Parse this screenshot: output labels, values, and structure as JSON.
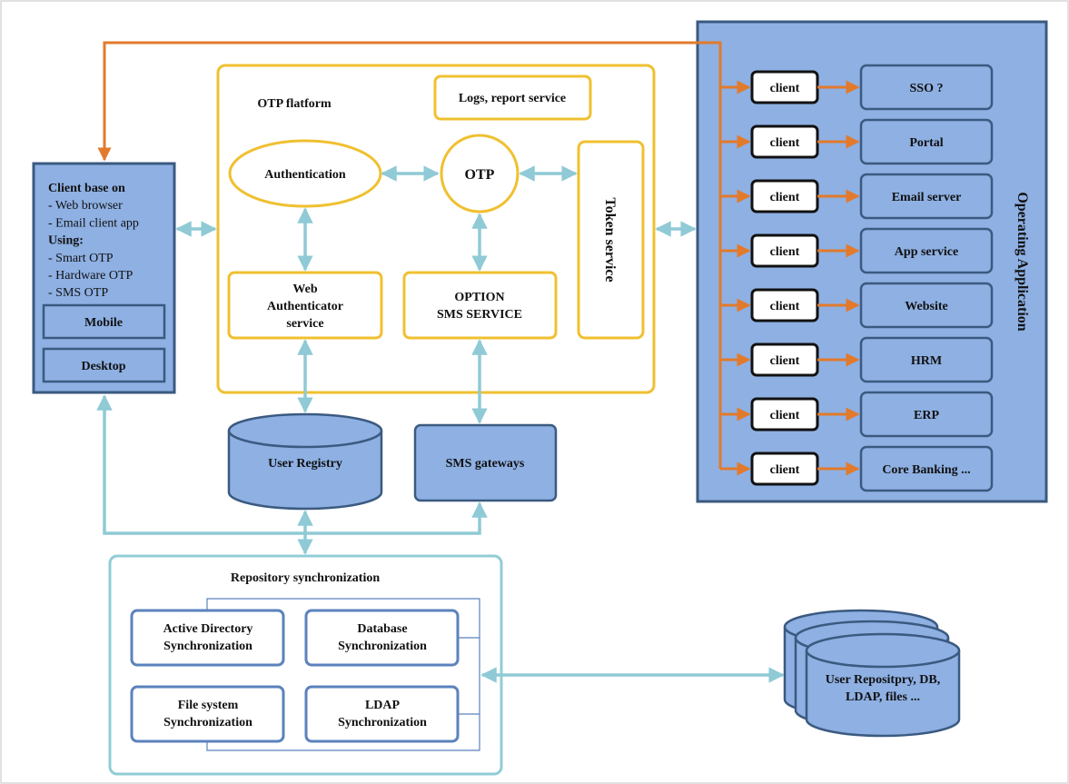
{
  "colors": {
    "platform_border": "#f0c030",
    "blue_fill": "#8eb0e3",
    "blue_border": "#3b5a80",
    "teal_connector": "#8fcad6",
    "orange_connector": "#e27a2c",
    "sync_border": "#5b82bd"
  },
  "client_base": {
    "lines": [
      {
        "text": "Client base on",
        "bold": true
      },
      {
        "text": "- Web browser",
        "bold": false
      },
      {
        "text": "- Email client app",
        "bold": false
      },
      {
        "text": "Using:",
        "bold": true
      },
      {
        "text": "- Smart OTP",
        "bold": false
      },
      {
        "text": "- Hardware OTP",
        "bold": false
      },
      {
        "text": "- SMS OTP",
        "bold": false
      }
    ],
    "mobile_label": "Mobile",
    "desktop_label": "Desktop"
  },
  "otp_platform": {
    "title": "OTP flatform",
    "logs_label": "Logs, report service",
    "authentication_label": "Authentication",
    "otp_label": "OTP",
    "token_service_label": "Token service",
    "web_auth_lines": [
      "Web",
      "Authenticator",
      "service"
    ],
    "sms_service_lines": [
      "OPTION",
      "SMS SERVICE"
    ]
  },
  "user_registry_label": "User Registry",
  "sms_gateways_label": "SMS gateways",
  "repository_sync": {
    "title": "Repository synchronization",
    "items": [
      {
        "lines": [
          "Active Directory",
          "Synchronization"
        ]
      },
      {
        "lines": [
          "Database",
          "Synchronization"
        ]
      },
      {
        "lines": [
          "File system",
          "Synchronization"
        ]
      },
      {
        "lines": [
          "LDAP",
          "Synchronization"
        ]
      }
    ]
  },
  "external_repo_lines": [
    "User Repositpry, DB,",
    "LDAP, files ..."
  ],
  "operating_application": {
    "title": "Operating Application",
    "client_label": "client",
    "apps": [
      "SSO ?",
      "Portal",
      "Email server",
      "App service",
      "Website",
      "HRM",
      "ERP",
      "Core Banking ..."
    ]
  }
}
